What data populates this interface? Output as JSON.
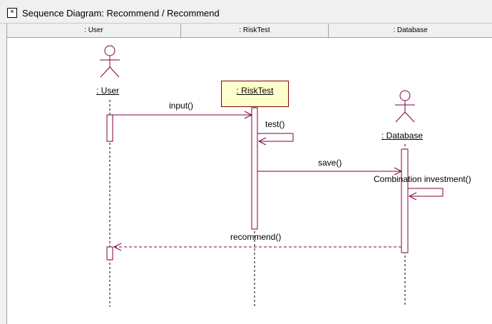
{
  "window": {
    "title": "Sequence Diagram: Recommend / Recommend"
  },
  "columns": [
    ": User",
    ": RiskTest",
    ": Database"
  ],
  "objects": {
    "user": ": User",
    "risktest": ": RiskTest",
    "database": ": Database"
  },
  "messages": {
    "input": "input()",
    "test": "test()",
    "save": "save()",
    "combination": "Combination investment()",
    "recommend": "recommend()"
  },
  "colors": {
    "line": "#800040",
    "object_fill": "#ffffcc",
    "chrome": "#f0f0f0"
  }
}
